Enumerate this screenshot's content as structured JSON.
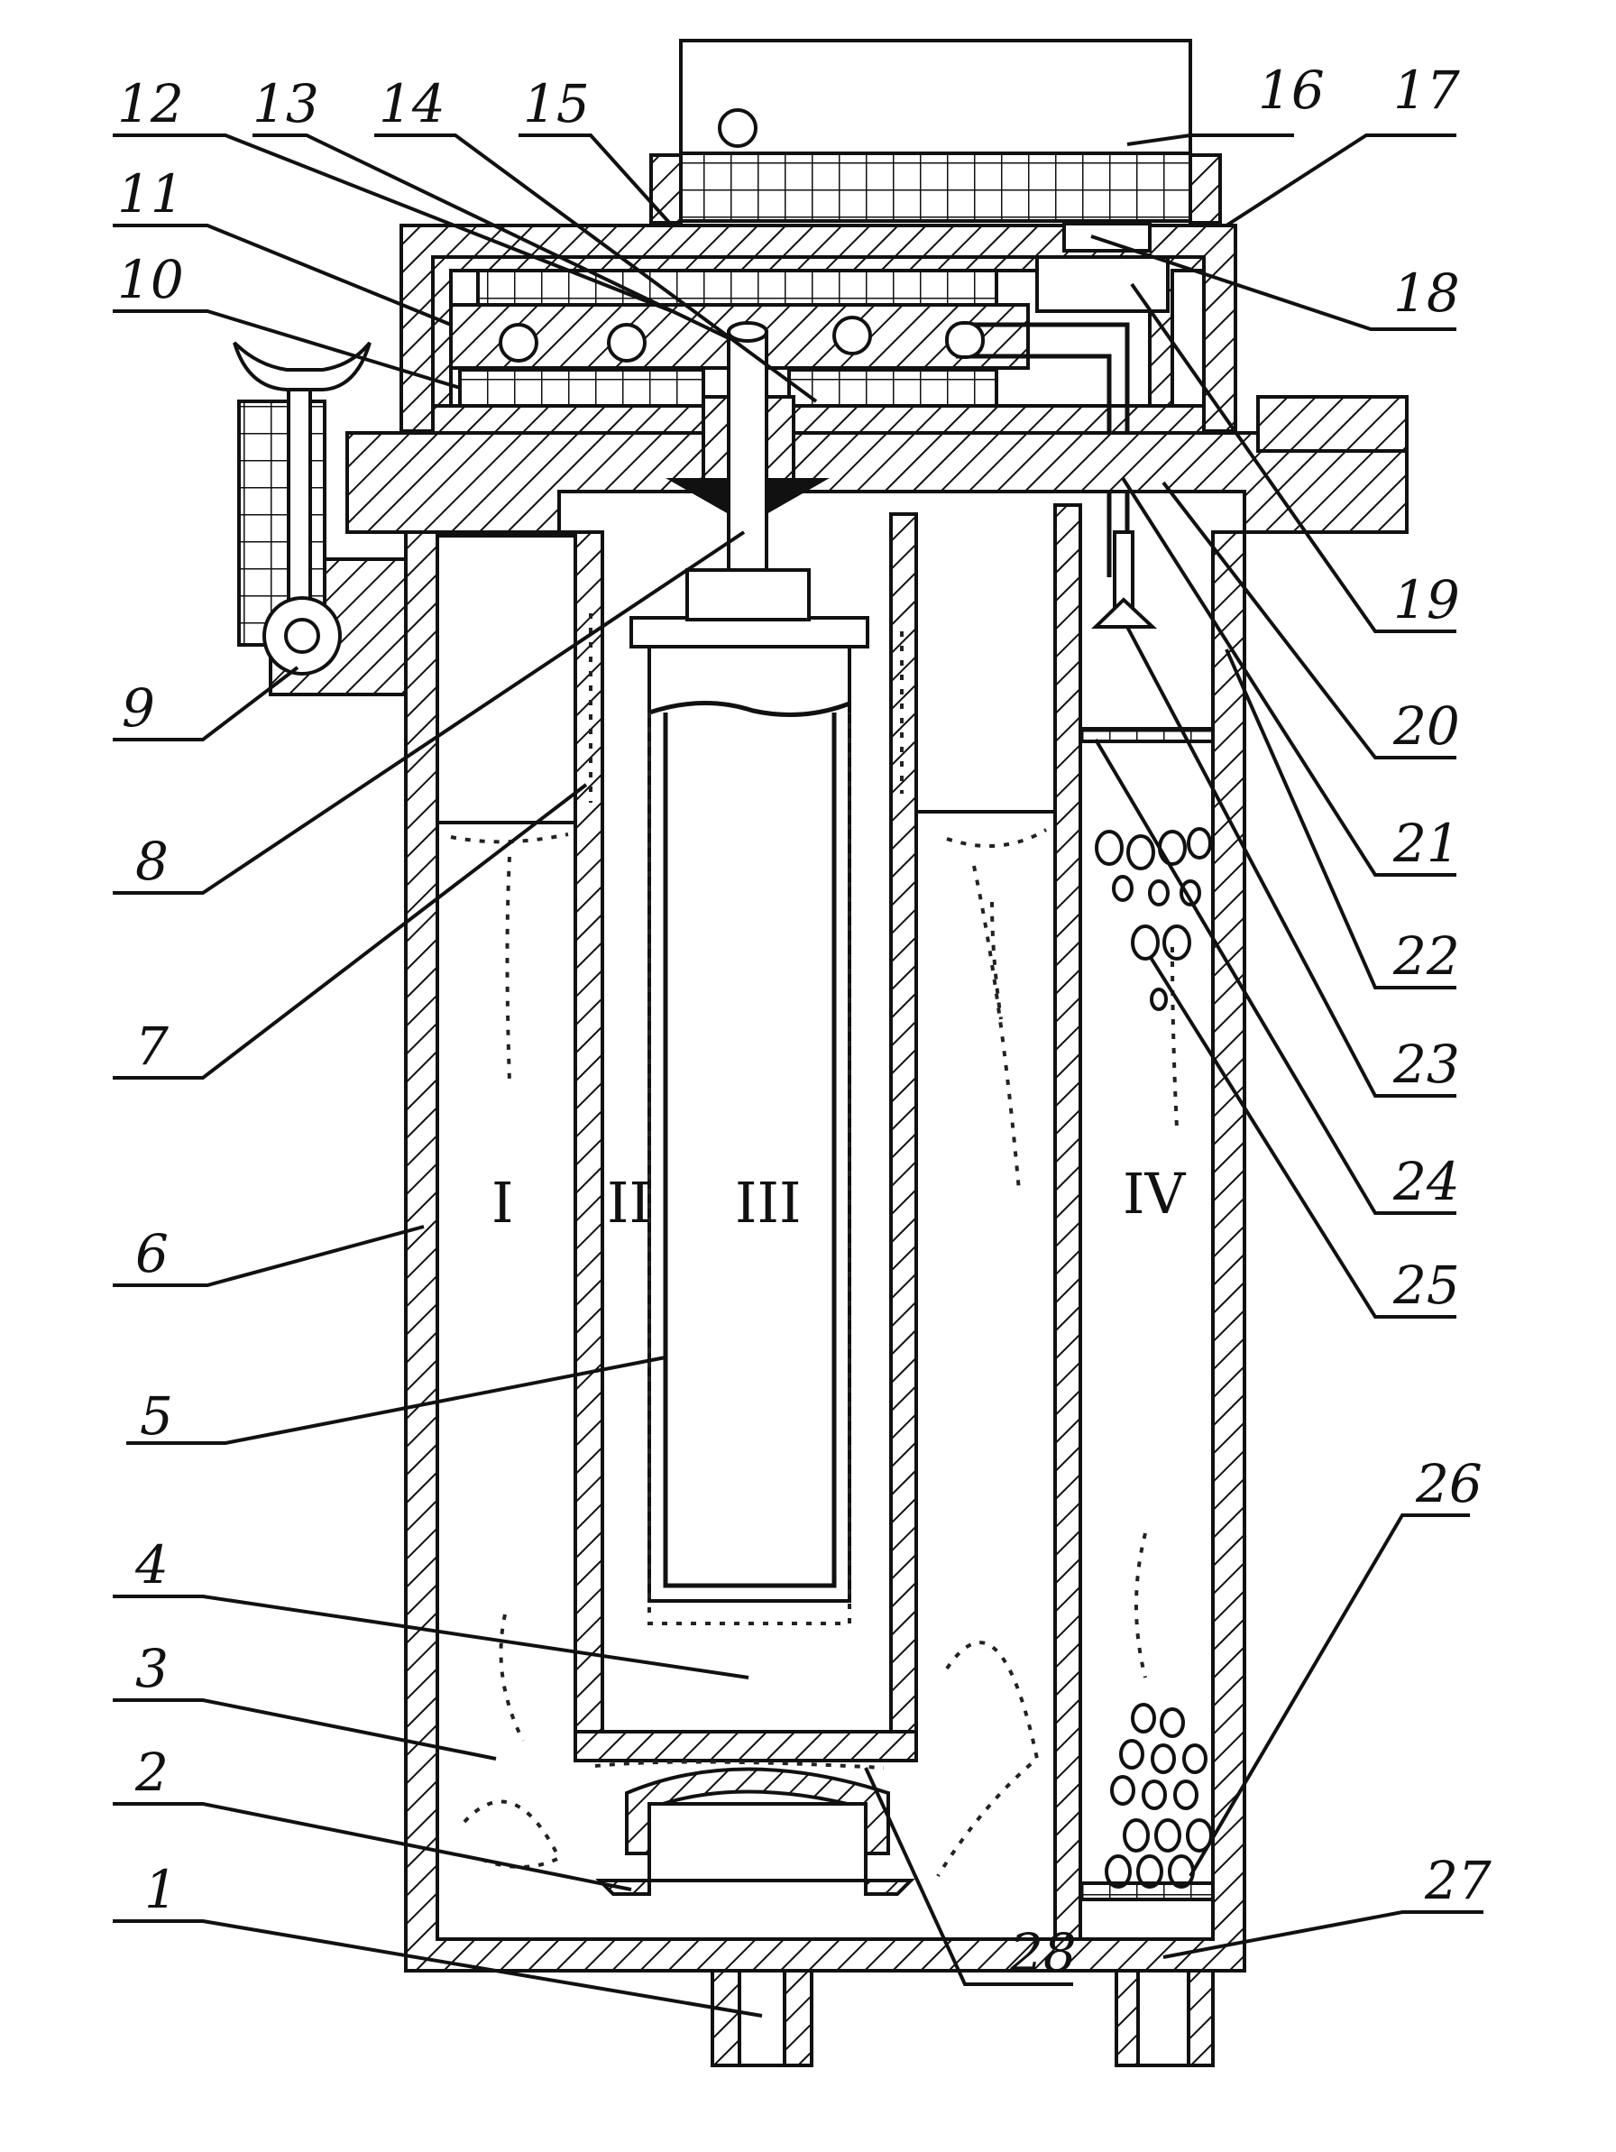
{
  "diagram": {
    "callouts": [
      {
        "id": "1",
        "text": "1"
      },
      {
        "id": "2",
        "text": "2"
      },
      {
        "id": "3",
        "text": "3"
      },
      {
        "id": "4",
        "text": "4"
      },
      {
        "id": "5",
        "text": "5"
      },
      {
        "id": "6",
        "text": "6"
      },
      {
        "id": "7",
        "text": "7"
      },
      {
        "id": "8",
        "text": "8"
      },
      {
        "id": "9",
        "text": "9"
      },
      {
        "id": "10",
        "text": "10"
      },
      {
        "id": "11",
        "text": "11"
      },
      {
        "id": "12",
        "text": "12"
      },
      {
        "id": "13",
        "text": "13"
      },
      {
        "id": "14",
        "text": "14"
      },
      {
        "id": "15",
        "text": "15"
      },
      {
        "id": "16",
        "text": "16"
      },
      {
        "id": "17",
        "text": "17"
      },
      {
        "id": "18",
        "text": "18"
      },
      {
        "id": "19",
        "text": "19"
      },
      {
        "id": "20",
        "text": "20"
      },
      {
        "id": "21",
        "text": "21"
      },
      {
        "id": "22",
        "text": "22"
      },
      {
        "id": "23",
        "text": "23"
      },
      {
        "id": "24",
        "text": "24"
      },
      {
        "id": "25",
        "text": "25"
      },
      {
        "id": "26",
        "text": "26"
      },
      {
        "id": "27",
        "text": "27"
      },
      {
        "id": "28",
        "text": "28"
      }
    ],
    "chambers": [
      {
        "id": "I",
        "text": "I"
      },
      {
        "id": "II",
        "text": "II"
      },
      {
        "id": "III",
        "text": "III"
      },
      {
        "id": "IV",
        "text": "IV"
      }
    ]
  }
}
